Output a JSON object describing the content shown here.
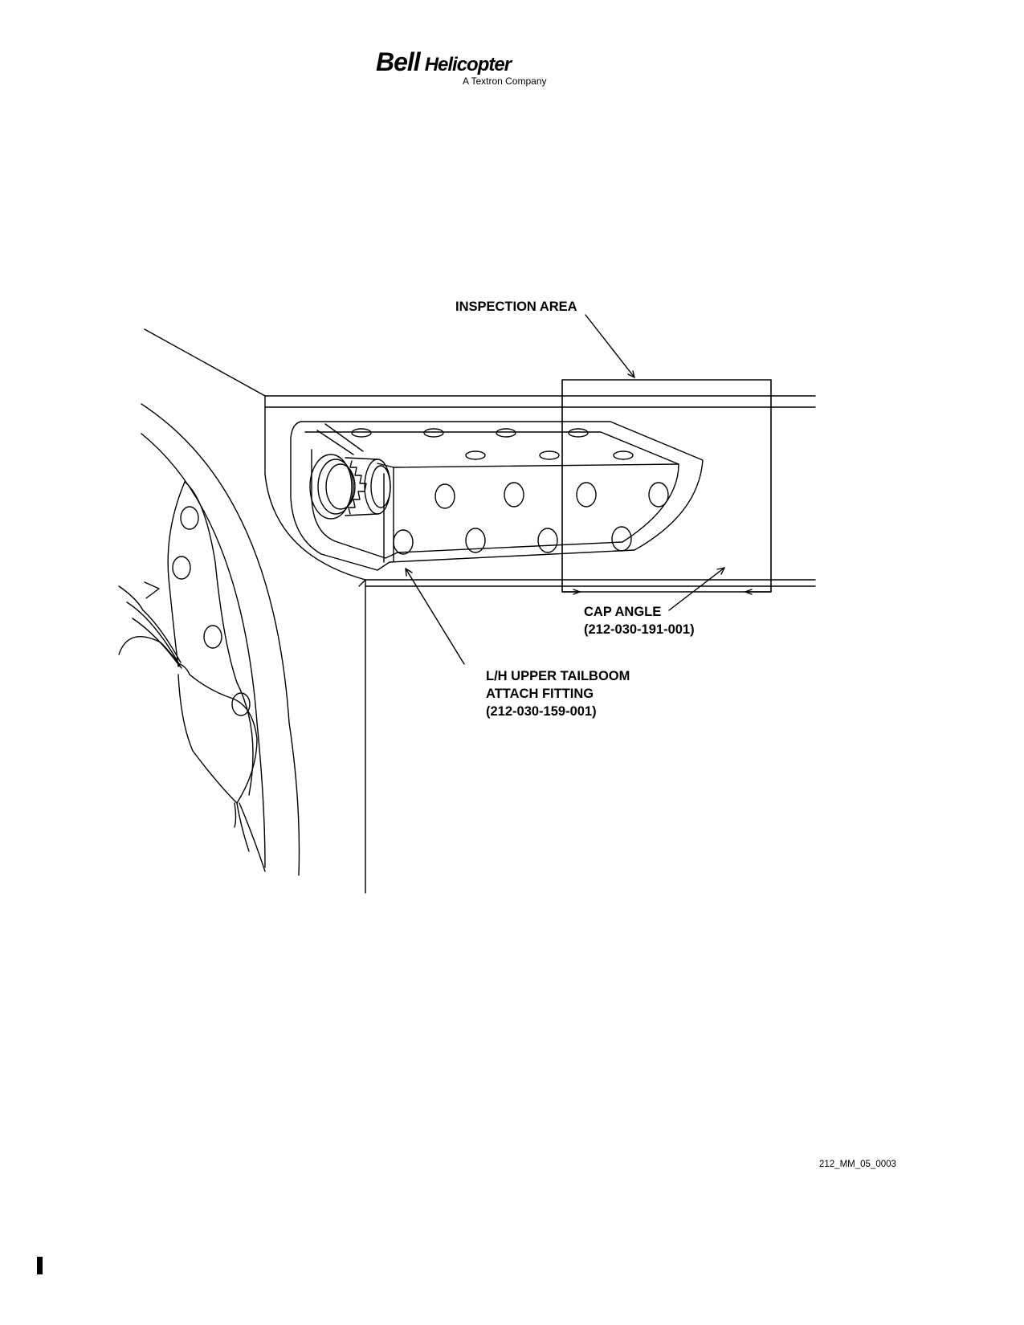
{
  "header": {
    "logo_brand": "Bell",
    "logo_product": "Helicopter",
    "logo_tagline": "A Textron Company"
  },
  "figure": {
    "callouts": {
      "inspection_area": "INSPECTION AREA",
      "cap_angle_name": "CAP ANGLE",
      "cap_angle_part": "(212-030-191-001)",
      "fitting_line1": "L/H UPPER TAILBOOM",
      "fitting_line2": "ATTACH FITTING",
      "fitting_part": "(212-030-159-001)"
    },
    "figure_ref": "212_MM_05_0003"
  },
  "colors": {
    "ink": "#000000",
    "paper": "#ffffff"
  },
  "icons": {
    "logo": "bell-logo",
    "revision_bar": "revision-bar"
  }
}
